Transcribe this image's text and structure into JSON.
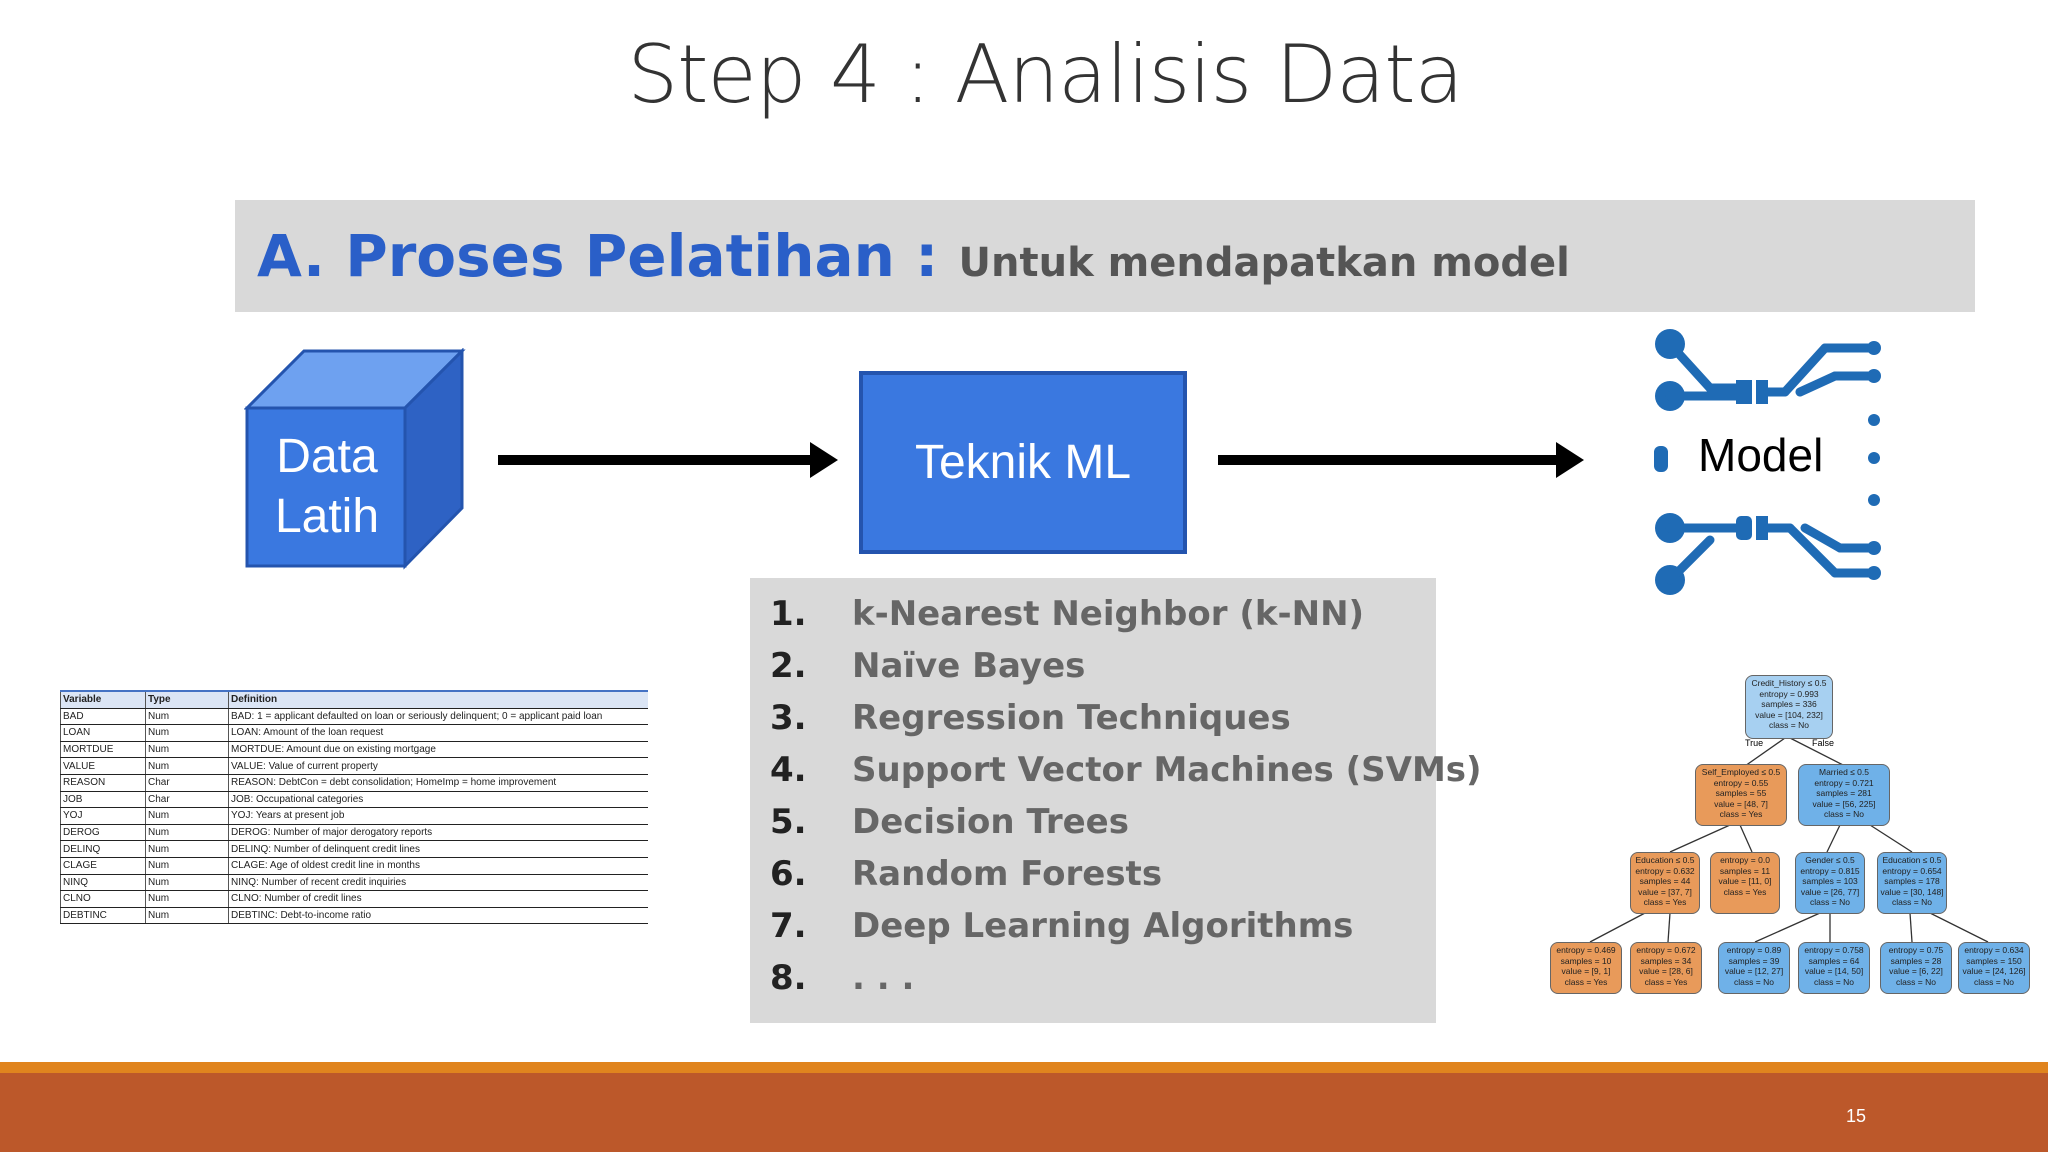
{
  "slide": {
    "title": "Step 4 : Analisis Data",
    "page_number": "15"
  },
  "banner": {
    "title": "A. Proses Pelatihan :",
    "subtitle": "Untuk mendapatkan model"
  },
  "flow": {
    "data_line1": "Data",
    "data_line2": "Latih",
    "ml_label": "Teknik ML",
    "model_label": "Model"
  },
  "algorithms": [
    {
      "num": "1.",
      "label": "k-Nearest Neighbor (k-NN)"
    },
    {
      "num": "2.",
      "label": "Naïve Bayes"
    },
    {
      "num": "3.",
      "label": "Regression Techniques"
    },
    {
      "num": "4.",
      "label": "Support Vector Machines (SVMs)"
    },
    {
      "num": "5.",
      "label": "Decision Trees"
    },
    {
      "num": "6.",
      "label": "Random Forests"
    },
    {
      "num": "7.",
      "label": "Deep Learning Algorithms"
    },
    {
      "num": "8.",
      "label": ". . ."
    }
  ],
  "variable_table": {
    "headers": [
      "Variable",
      "Type",
      "Definition"
    ],
    "rows": [
      [
        "BAD",
        "Num",
        "BAD: 1 = applicant defaulted on loan or seriously delinquent; 0 = applicant paid loan"
      ],
      [
        "LOAN",
        "Num",
        "LOAN: Amount of the loan request"
      ],
      [
        "MORTDUE",
        "Num",
        "MORTDUE: Amount due on existing mortgage"
      ],
      [
        "VALUE",
        "Num",
        "VALUE: Value of current property"
      ],
      [
        "REASON",
        "Char",
        "REASON: DebtCon = debt consolidation; HomeImp = home improvement"
      ],
      [
        "JOB",
        "Char",
        "JOB: Occupational categories"
      ],
      [
        "YOJ",
        "Num",
        "YOJ: Years at present job"
      ],
      [
        "DEROG",
        "Num",
        "DEROG: Number of major derogatory reports"
      ],
      [
        "DELINQ",
        "Num",
        "DELINQ: Number of delinquent credit lines"
      ],
      [
        "CLAGE",
        "Num",
        "CLAGE: Age of oldest credit line in months"
      ],
      [
        "NINQ",
        "Num",
        "NINQ: Number of recent credit inquiries"
      ],
      [
        "CLNO",
        "Num",
        "CLNO: Number of credit lines"
      ],
      [
        "DEBTINC",
        "Num",
        "DEBTINC: Debt-to-income ratio"
      ]
    ]
  },
  "tree": {
    "root": [
      "Credit_History ≤ 0.5",
      "entropy = 0.993",
      "samples = 336",
      "value = [104, 232]",
      "class = No"
    ],
    "true_label": "True",
    "false_label": "False",
    "l1_left": [
      "Self_Employed ≤ 0.5",
      "entropy = 0.55",
      "samples = 55",
      "value = [48, 7]",
      "class = Yes"
    ],
    "l1_right": [
      "Married ≤ 0.5",
      "entropy = 0.721",
      "samples = 281",
      "value = [56, 225]",
      "class = No"
    ],
    "l2": [
      [
        "Education ≤ 0.5",
        "entropy = 0.632",
        "samples = 44",
        "value = [37, 7]",
        "class = Yes"
      ],
      [
        "entropy = 0.0",
        "samples = 11",
        "value = [11, 0]",
        "class = Yes"
      ],
      [
        "Gender ≤ 0.5",
        "entropy = 0.815",
        "samples = 103",
        "value = [26, 77]",
        "class = No"
      ],
      [
        "Education ≤ 0.5",
        "entropy = 0.654",
        "samples = 178",
        "value = [30, 148]",
        "class = No"
      ]
    ],
    "l3": [
      [
        "entropy = 0.469",
        "samples = 10",
        "value = [9, 1]",
        "class = Yes"
      ],
      [
        "entropy = 0.672",
        "samples = 34",
        "value = [28, 6]",
        "class = Yes"
      ],
      [
        "entropy = 0.89",
        "samples = 39",
        "value = [12, 27]",
        "class = No"
      ],
      [
        "entropy = 0.758",
        "samples = 64",
        "value = [14, 50]",
        "class = No"
      ],
      [
        "entropy = 0.75",
        "samples = 28",
        "value = [6, 22]",
        "class = No"
      ],
      [
        "entropy = 0.634",
        "samples = 150",
        "value = [24, 126]",
        "class = No"
      ]
    ]
  }
}
